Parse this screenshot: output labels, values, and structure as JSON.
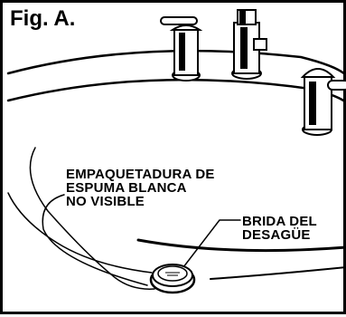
{
  "figure": {
    "label": "Fig. A.",
    "callouts": {
      "foam_gasket": [
        "EMPAQUETADURA DE",
        "ESPUMA BLANCA",
        "NO VISIBLE"
      ],
      "drain_flange": [
        "BRIDA DEL",
        "DESAGÜE"
      ]
    },
    "colors": {
      "ink": "#000000",
      "paper": "#ffffff"
    },
    "icons": [
      "faucet-spout-icon",
      "faucet-handle-left-icon",
      "faucet-handle-right-icon",
      "drain-flange-icon"
    ]
  }
}
